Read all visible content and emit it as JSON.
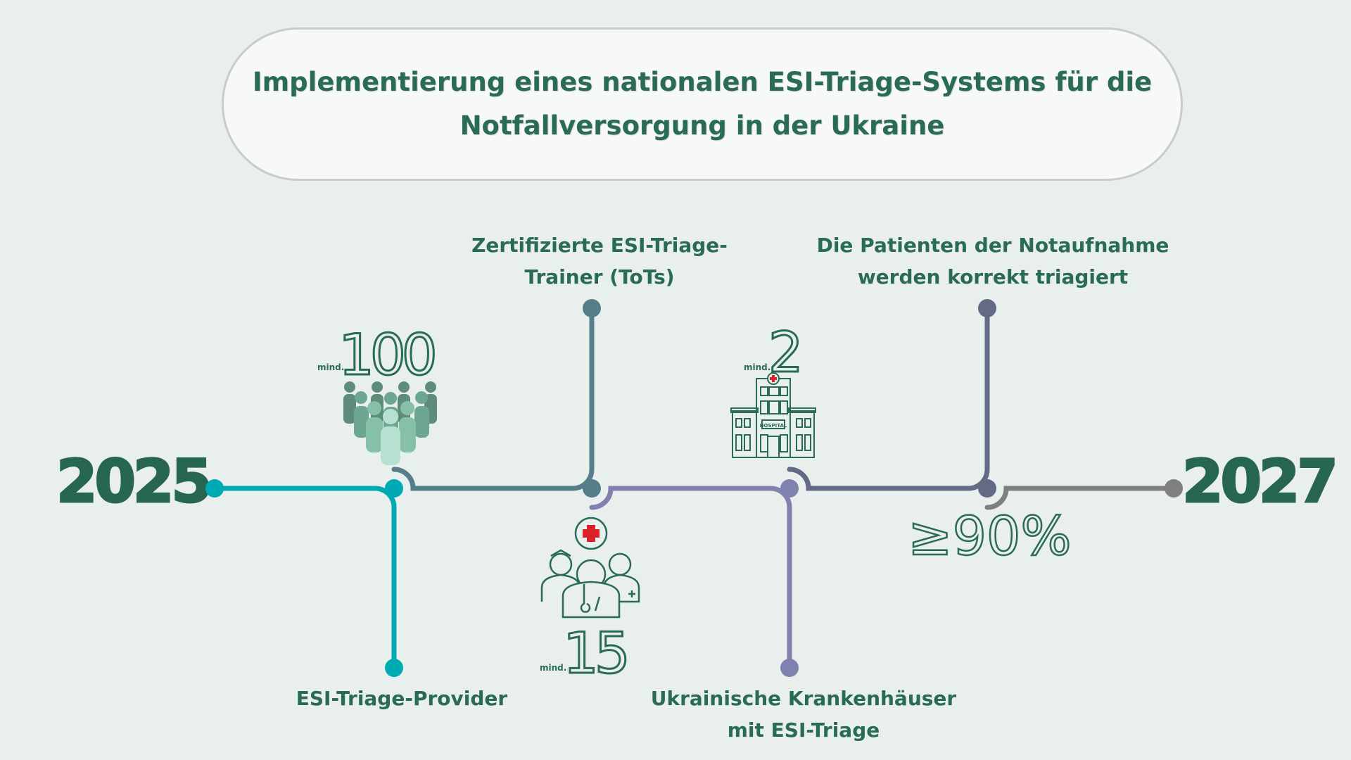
{
  "title": {
    "line1": "Implementierung eines nationalen ESI-Triage-Systems für die",
    "line2": "Notfallversorgung in der Ukraine"
  },
  "timeline": {
    "start_year": "2025",
    "end_year": "2027",
    "colors": {
      "teal": "#00aab4",
      "slate": "#557d8a",
      "purple": "#8181b0",
      "dark_slate": "#646a85",
      "grey": "#7f7f7f",
      "text": "#2a6b55"
    }
  },
  "milestones": [
    {
      "label_lines": [
        "ESI-Triage-Provider"
      ],
      "prefix": "mind.",
      "value": "100",
      "icon": "people-group-icon"
    },
    {
      "label_lines": [
        "Zertifizierte ESI-Triage-",
        "Trainer (ToTs)"
      ],
      "prefix": "mind.",
      "value": "15",
      "icon": "medical-staff-icon"
    },
    {
      "label_lines": [
        "Ukrainische Krankenhäuser",
        "mit ESI-Triage"
      ],
      "prefix": "mind.",
      "value": "2",
      "icon": "hospital-icon",
      "icon_text": "HOSPITAL"
    },
    {
      "label_lines": [
        "Die Patienten der Notaufnahme",
        "werden korrekt triagiert"
      ],
      "value": "≥90%"
    }
  ]
}
